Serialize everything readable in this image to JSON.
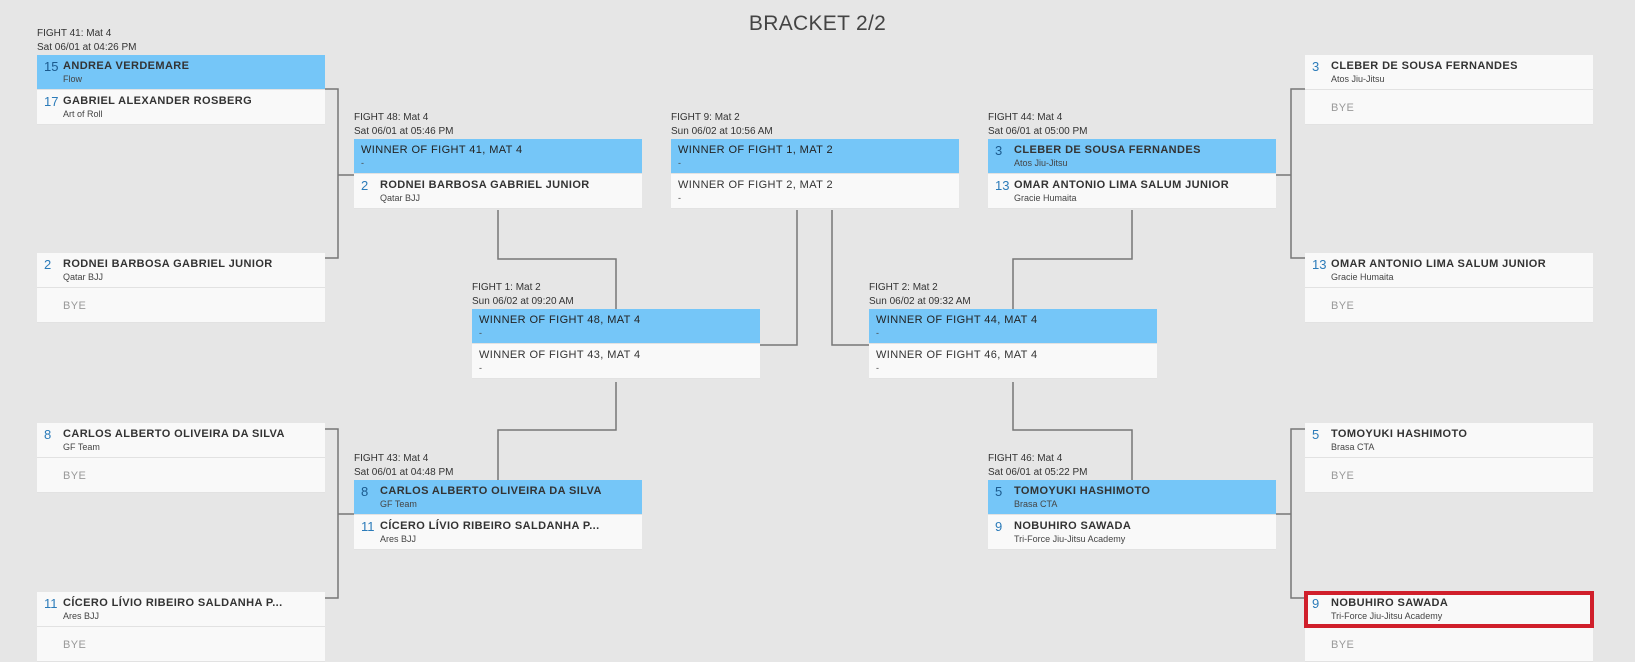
{
  "title": "BRACKET 2/2",
  "fights": [
    {
      "id": "f41",
      "head1": "FIGHT 41: Mat 4",
      "head2": "Sat 06/01 at 04:26 PM",
      "slots": [
        {
          "seed": "15",
          "name": "ANDREA VERDEMARE",
          "team": "Flow",
          "winner": true
        },
        {
          "seed": "17",
          "name": "GABRIEL ALEXANDER ROSBERG",
          "team": "Art of Roll"
        }
      ]
    },
    {
      "id": "r2",
      "head1": "",
      "head2": "",
      "slots": [
        {
          "seed": "2",
          "name": "RODNEI BARBOSA GABRIEL JUNIOR",
          "team": "Qatar BJJ"
        },
        {
          "name": "BYE",
          "bye": true
        }
      ]
    },
    {
      "id": "r3",
      "head1": "",
      "head2": "",
      "slots": [
        {
          "seed": "8",
          "name": "CARLOS ALBERTO OLIVEIRA DA SILVA",
          "team": "GF Team"
        },
        {
          "name": "BYE",
          "bye": true
        }
      ]
    },
    {
      "id": "r4",
      "head1": "",
      "head2": "",
      "slots": [
        {
          "seed": "11",
          "name": "CÍCERO LÍVIO RIBEIRO SALDANHA P...",
          "team": "Ares BJJ"
        },
        {
          "name": "BYE",
          "bye": true
        }
      ]
    },
    {
      "id": "f48",
      "head1": "FIGHT 48: Mat 4",
      "head2": "Sat 06/01 at 05:46 PM",
      "slots": [
        {
          "name": "WINNER OF FIGHT 41, MAT 4",
          "team": "-",
          "placeholder": true,
          "winner": true
        },
        {
          "seed": "2",
          "name": "RODNEI BARBOSA GABRIEL JUNIOR",
          "team": "Qatar BJJ"
        }
      ]
    },
    {
      "id": "f43",
      "head1": "FIGHT 43: Mat 4",
      "head2": "Sat 06/01 at 04:48 PM",
      "slots": [
        {
          "seed": "8",
          "name": "CARLOS ALBERTO OLIVEIRA DA SILVA",
          "team": "GF Team",
          "winner": true
        },
        {
          "seed": "11",
          "name": "CÍCERO LÍVIO RIBEIRO SALDANHA P...",
          "team": "Ares BJJ"
        }
      ]
    },
    {
      "id": "f1",
      "head1": "FIGHT 1: Mat 2",
      "head2": "Sun 06/02 at 09:20 AM",
      "slots": [
        {
          "name": "WINNER OF FIGHT 48, MAT 4",
          "team": "-",
          "placeholder": true,
          "winner": true
        },
        {
          "name": "WINNER OF FIGHT 43, MAT 4",
          "team": "-",
          "placeholder": true
        }
      ]
    },
    {
      "id": "f9",
      "head1": "FIGHT 9: Mat 2",
      "head2": "Sun 06/02 at 10:56 AM",
      "slots": [
        {
          "name": "WINNER OF FIGHT 1, MAT 2",
          "team": "-",
          "placeholder": true,
          "winner": true
        },
        {
          "name": "WINNER OF FIGHT 2, MAT 2",
          "team": "-",
          "placeholder": true
        }
      ]
    },
    {
      "id": "f2",
      "head1": "FIGHT 2: Mat 2",
      "head2": "Sun 06/02 at 09:32 AM",
      "slots": [
        {
          "name": "WINNER OF FIGHT 44, MAT 4",
          "team": "-",
          "placeholder": true,
          "winner": true
        },
        {
          "name": "WINNER OF FIGHT 46, MAT 4",
          "team": "-",
          "placeholder": true
        }
      ]
    },
    {
      "id": "f44",
      "head1": "FIGHT 44: Mat 4",
      "head2": "Sat 06/01 at 05:00 PM",
      "slots": [
        {
          "seed": "3",
          "name": "CLEBER DE SOUSA FERNANDES",
          "team": "Atos Jiu-Jitsu",
          "winner": true
        },
        {
          "seed": "13",
          "name": "OMAR ANTONIO LIMA SALUM JUNIOR",
          "team": "Gracie Humaita"
        }
      ]
    },
    {
      "id": "f46",
      "head1": "FIGHT 46: Mat 4",
      "head2": "Sat 06/01 at 05:22 PM",
      "slots": [
        {
          "seed": "5",
          "name": "TOMOYUKI HASHIMOTO",
          "team": "Brasa CTA",
          "winner": true
        },
        {
          "seed": "9",
          "name": "NOBUHIRO SAWADA",
          "team": "Tri-Force Jiu-Jitsu Academy"
        }
      ]
    },
    {
      "id": "r5",
      "head1": "",
      "head2": "",
      "slots": [
        {
          "seed": "3",
          "name": "CLEBER DE SOUSA FERNANDES",
          "team": "Atos Jiu-Jitsu"
        },
        {
          "name": "BYE",
          "bye": true
        }
      ]
    },
    {
      "id": "r6",
      "head1": "",
      "head2": "",
      "slots": [
        {
          "seed": "13",
          "name": "OMAR ANTONIO LIMA SALUM JUNIOR",
          "team": "Gracie Humaita"
        },
        {
          "name": "BYE",
          "bye": true
        }
      ]
    },
    {
      "id": "r7",
      "head1": "",
      "head2": "",
      "slots": [
        {
          "seed": "5",
          "name": "TOMOYUKI HASHIMOTO",
          "team": "Brasa CTA"
        },
        {
          "name": "BYE",
          "bye": true
        }
      ]
    },
    {
      "id": "r8",
      "head1": "",
      "head2": "",
      "slots": [
        {
          "seed": "9",
          "name": "NOBUHIRO SAWADA",
          "team": "Tri-Force Jiu-Jitsu Academy",
          "selected": true
        },
        {
          "name": "BYE",
          "bye": true
        }
      ]
    }
  ]
}
